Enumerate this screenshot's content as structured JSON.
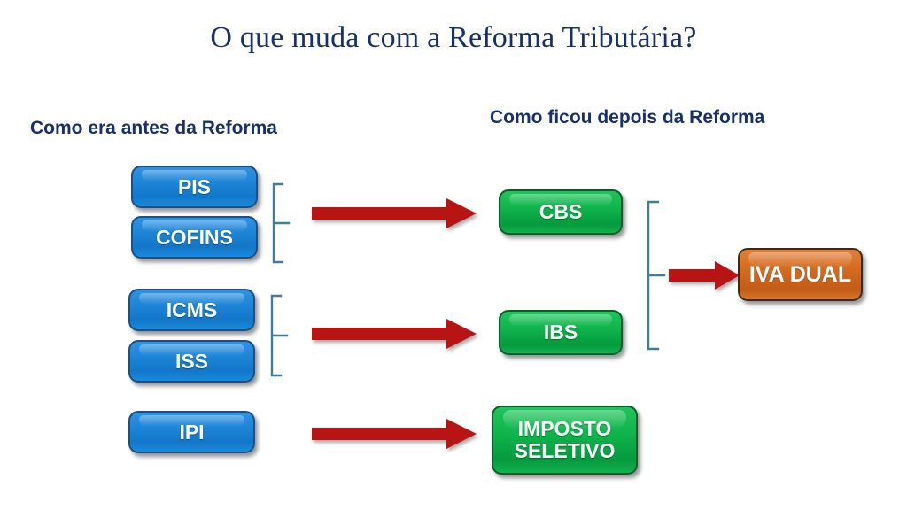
{
  "title": "O que muda com a Reforma Tributária?",
  "headings": {
    "before": "Como era antes da Reforma",
    "after": "Como ficou depois da Reforma"
  },
  "colors": {
    "title_navy": "#17306b",
    "heading_navy": "#17306b",
    "box_blue": "#1e84d6",
    "box_blue_border": "#1b4f86",
    "box_green": "#10b44c",
    "box_green_border": "#0a5e2a",
    "box_orange": "#d4691f",
    "box_orange_border": "#3d2a16",
    "arrow_red": "#b81414",
    "bracket_steel": "#3f7f96",
    "background": "#ffffff"
  },
  "before_boxes": [
    {
      "id": "pis",
      "label": "PIS"
    },
    {
      "id": "cofins",
      "label": "COFINS"
    },
    {
      "id": "icms",
      "label": "ICMS"
    },
    {
      "id": "iss",
      "label": "ISS"
    },
    {
      "id": "ipi",
      "label": "IPI"
    }
  ],
  "after_boxes": [
    {
      "id": "cbs",
      "label": "CBS"
    },
    {
      "id": "ibs",
      "label": "IBS"
    },
    {
      "id": "seletivo",
      "line1": "IMPOSTO",
      "line2": "SELETIVO"
    }
  ],
  "final_box": {
    "id": "iva-dual",
    "label": "IVA DUAL"
  },
  "icons": {
    "arrow": "right-arrow-icon",
    "bracket": "curly-bracket-icon"
  },
  "groups": [
    {
      "name": "pis-cofins-group",
      "members": [
        "PIS",
        "COFINS"
      ],
      "maps_to": "CBS"
    },
    {
      "name": "icms-iss-group",
      "members": [
        "ICMS",
        "ISS"
      ],
      "maps_to": "IBS"
    },
    {
      "name": "ipi-group",
      "members": [
        "IPI"
      ],
      "maps_to": "IMPOSTO SELETIVO"
    },
    {
      "name": "cbs-ibs-group",
      "members": [
        "CBS",
        "IBS"
      ],
      "maps_to": "IVA DUAL"
    }
  ]
}
